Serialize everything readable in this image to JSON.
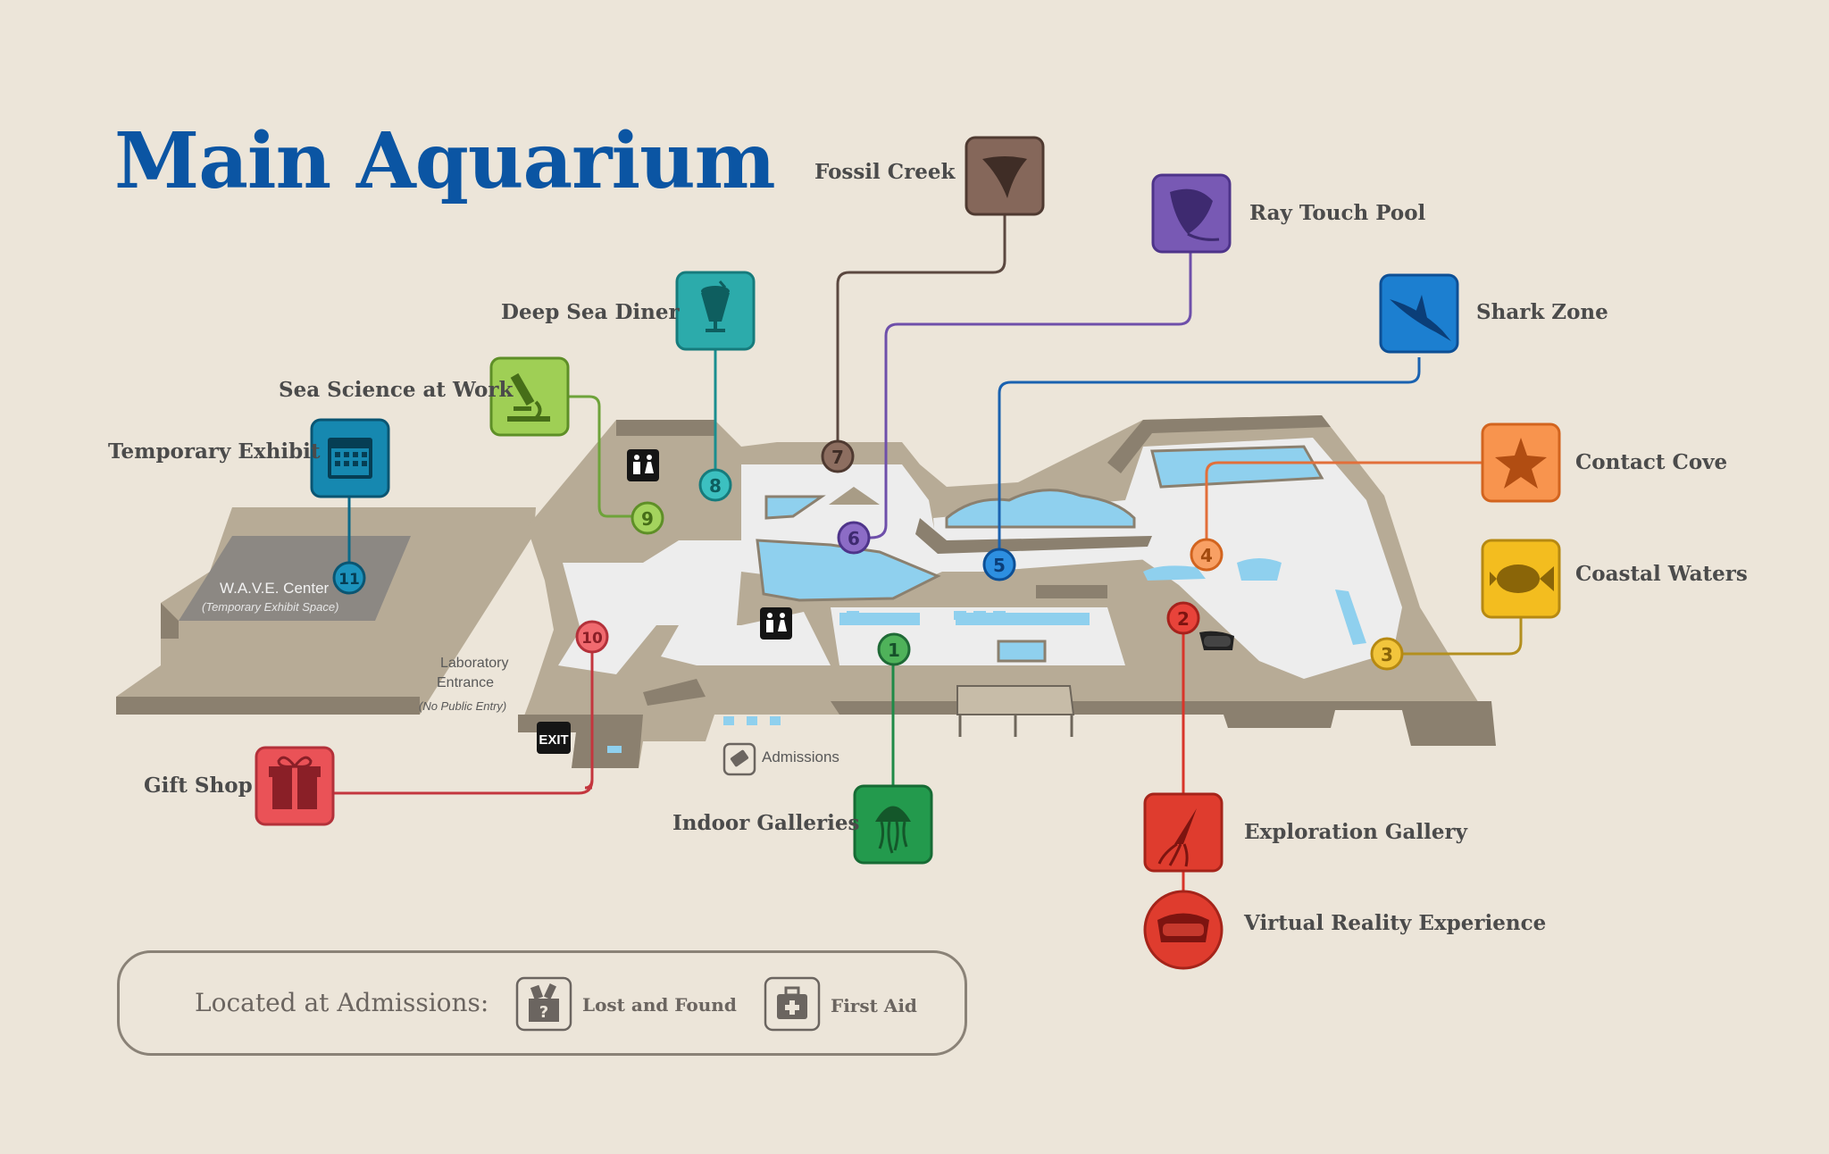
{
  "title": "Main Aquarium",
  "colors": {
    "background": "#ece5d9",
    "title": "#0b55a3",
    "building": "#b7ab96",
    "building_dark": "#8b806f",
    "water": "#8fd0ee",
    "floor": "#ededed"
  },
  "exhibits": [
    {
      "number": "1",
      "name": "Indoor Galleries",
      "icon": "jellyfish-icon",
      "color": "#1f8a47"
    },
    {
      "number": "2",
      "name": "Exploration Gallery",
      "icon": "squid-icon",
      "color": "#d8352a"
    },
    {
      "number": "3",
      "name": "Coastal Waters",
      "icon": "fish-icon",
      "color": "#f1b923"
    },
    {
      "number": "4",
      "name": "Contact Cove",
      "icon": "starfish-icon",
      "color": "#f58d46"
    },
    {
      "number": "5",
      "name": "Shark Zone",
      "icon": "shark-icon",
      "color": "#1a78c8"
    },
    {
      "number": "6",
      "name": "Ray Touch Pool",
      "icon": "ray-icon",
      "color": "#6e4faa"
    },
    {
      "number": "7",
      "name": "Fossil Creek",
      "icon": "shark-tooth-icon",
      "color": "#7a5a4c"
    },
    {
      "number": "8",
      "name": "Deep Sea Diner",
      "icon": "milkshake-icon",
      "color": "#27a7a8"
    },
    {
      "number": "9",
      "name": "Sea Science at Work",
      "icon": "microscope-icon",
      "color": "#8bc34a"
    },
    {
      "number": "10",
      "name": "Gift Shop",
      "icon": "gift-icon",
      "color": "#e8545a"
    },
    {
      "number": "11",
      "name": "Temporary Exhibit",
      "icon": "calendar-icon",
      "color": "#0f7fa6"
    }
  ],
  "extra_exhibit": {
    "name": "Virtual Reality Experience",
    "icon": "vr-headset-icon",
    "color": "#d8352a"
  },
  "map_labels": {
    "wave_center": "W.A.V.E. Center",
    "wave_sub": "(Temporary Exhibit Space)",
    "lab_entrance_1": "Laboratory",
    "lab_entrance_2": "Entrance",
    "lab_note": "(No Public Entry)",
    "admissions": "Admissions",
    "exit": "EXIT"
  },
  "legend": {
    "title": "Located at Admissions:",
    "lost_found": "Lost and Found",
    "first_aid": "First Aid"
  }
}
